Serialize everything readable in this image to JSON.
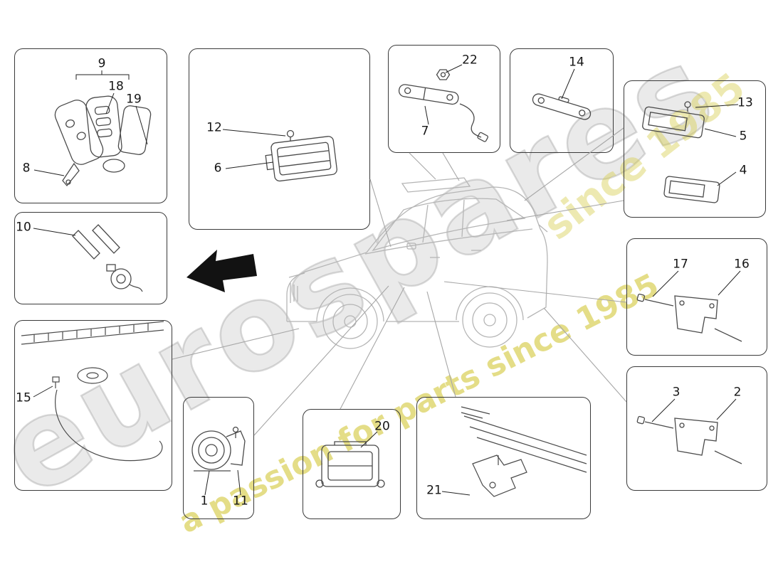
{
  "watermark": {
    "brand": "eurospares",
    "tagline": "a passion for parts since 1985",
    "tagline_fragment": "since 1985",
    "brand_color": "#bdbdbd",
    "tagline_color": "#d5cb46"
  },
  "callouts": {
    "c1": {
      "label": "1"
    },
    "c2": {
      "label": "2"
    },
    "c3": {
      "label": "3"
    },
    "c4": {
      "label": "4"
    },
    "c5": {
      "label": "5"
    },
    "c6": {
      "label": "6"
    },
    "c7": {
      "label": "7"
    },
    "c8": {
      "label": "8"
    },
    "c9": {
      "label": "9"
    },
    "c10": {
      "label": "10"
    },
    "c11": {
      "label": "11"
    },
    "c12": {
      "label": "12"
    },
    "c13": {
      "label": "13"
    },
    "c14": {
      "label": "14"
    },
    "c15": {
      "label": "15"
    },
    "c16": {
      "label": "16"
    },
    "c17": {
      "label": "17"
    },
    "c18": {
      "label": "18"
    },
    "c19": {
      "label": "19"
    },
    "c20": {
      "label": "20"
    },
    "c21": {
      "label": "21"
    },
    "c22": {
      "label": "22"
    }
  }
}
